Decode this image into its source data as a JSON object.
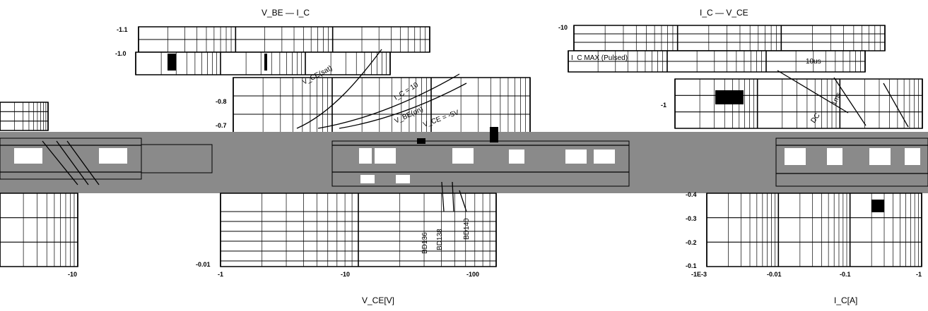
{
  "charts": [
    {
      "type": "line",
      "title": "V_BE — I_C",
      "y_ticks": [
        "-1.1",
        "-1.0",
        "-0.8",
        "-0.7"
      ],
      "labels": {
        "vce_sat": "V_CE(sat)",
        "ic_ib": "I_C = 10",
        "vbe_on": "V_BE(on)",
        "vce_eq": "V_CE = -5V"
      }
    },
    {
      "type": "line",
      "title": "",
      "y_ticks": [
        "-0.01"
      ],
      "x_ticks": [
        "-1",
        "-10",
        "-100"
      ],
      "xlabel": "V_CE[V]",
      "devices": [
        "BD136",
        "BD138",
        "BD140"
      ]
    },
    {
      "type": "line",
      "title": "I_C — V_CE",
      "y_ticks": [
        "-10",
        "-1"
      ],
      "labels": {
        "ic_max": "I_C MAX (Pulsed)",
        "t10us": "10us",
        "t1ms": "1ms",
        "dc": "DC"
      }
    },
    {
      "type": "line",
      "title": "",
      "y_ticks": [
        "-0.4",
        "-0.3",
        "-0.2",
        "-0.1"
      ],
      "x_ticks": [
        "-1E-3",
        "-0.01",
        "-0.1",
        "-1"
      ],
      "xlabel": "I_C[A]"
    },
    {
      "type": "line",
      "title": "",
      "x_ticks": [
        "-10"
      ]
    }
  ],
  "colors": {
    "band": "#8a8a8a",
    "ink": "#000000",
    "paper": "#ffffff"
  }
}
